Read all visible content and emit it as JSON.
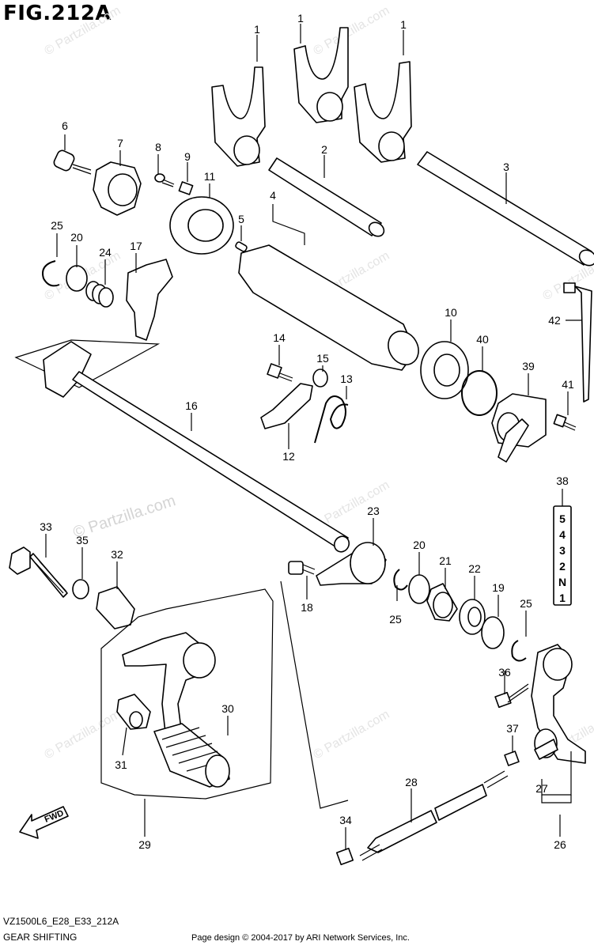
{
  "figure": {
    "title": "FIG.212A",
    "model_code": "VZ1500L6_E28_E33_212A",
    "section": "GEAR SHIFTING",
    "credit": "Page design © 2004-2017 by ARI Network Services, Inc.",
    "watermark": "© Partzilla.com",
    "watermark_small": "© Partzilla.com",
    "direction_label": "FWD"
  },
  "callouts": [
    "1",
    "1",
    "1",
    "2",
    "3",
    "4",
    "5",
    "6",
    "7",
    "8",
    "9",
    "11",
    "25",
    "20",
    "24",
    "17",
    "10",
    "40",
    "39",
    "41",
    "42",
    "14",
    "15",
    "13",
    "12",
    "16",
    "38",
    "33",
    "35",
    "32",
    "23",
    "20",
    "21",
    "22",
    "19",
    "25",
    "18",
    "25",
    "36",
    "30",
    "31",
    "37",
    "28",
    "27",
    "29",
    "34",
    "26"
  ],
  "gear_positions": [
    "5",
    "4",
    "3",
    "2",
    "N",
    "1"
  ]
}
